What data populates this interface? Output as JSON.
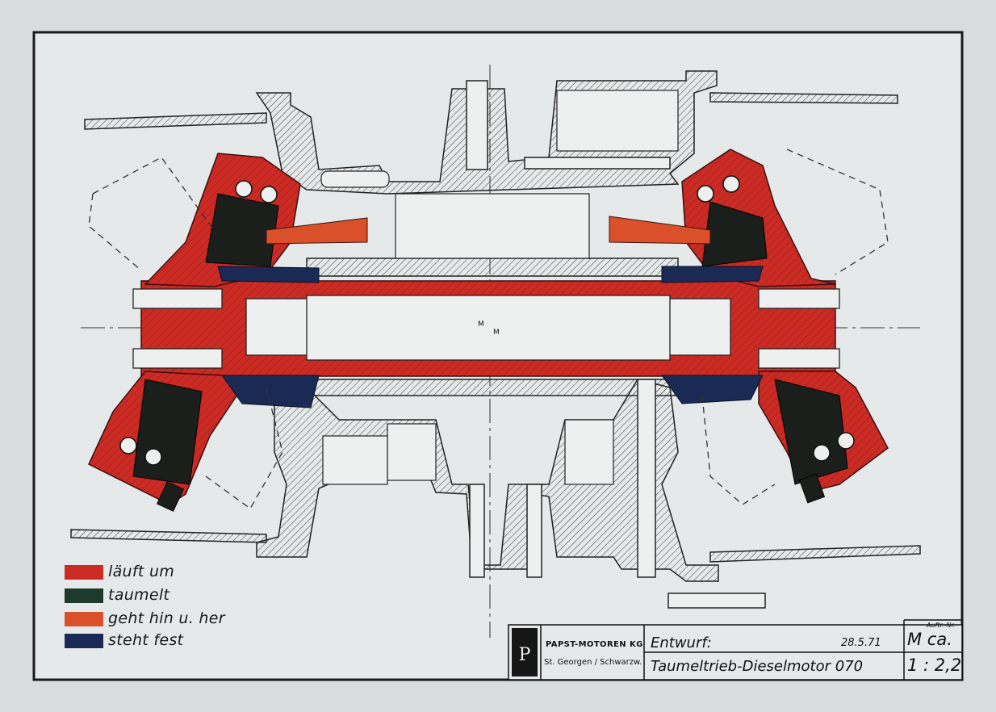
{
  "legend": [
    {
      "label": "läuft um",
      "color": "#cc2b24"
    },
    {
      "label": "taumelt",
      "color": "#1e3a2c"
    },
    {
      "label": "geht hin u. her",
      "color": "#d9502a"
    },
    {
      "label": "steht fest",
      "color": "#1b2a55"
    }
  ],
  "title_block": {
    "company": "PAPST-MOTOREN KG",
    "location": "St. Georgen / Schwarzw.",
    "stage": "Entwurf:",
    "date": "28.5.71",
    "title": "Taumeltrieb-Dieselmotor 070",
    "order_label": "Auftr.-Nr.",
    "order_value": "M ca.",
    "scale": "1 : 2,2"
  },
  "centre_marks": [
    "M",
    "M"
  ],
  "colors": {
    "paper": "#e6e9e9",
    "ink": "#262626",
    "rotating": "#cc2b24",
    "fixed": "#1b2a55"
  }
}
